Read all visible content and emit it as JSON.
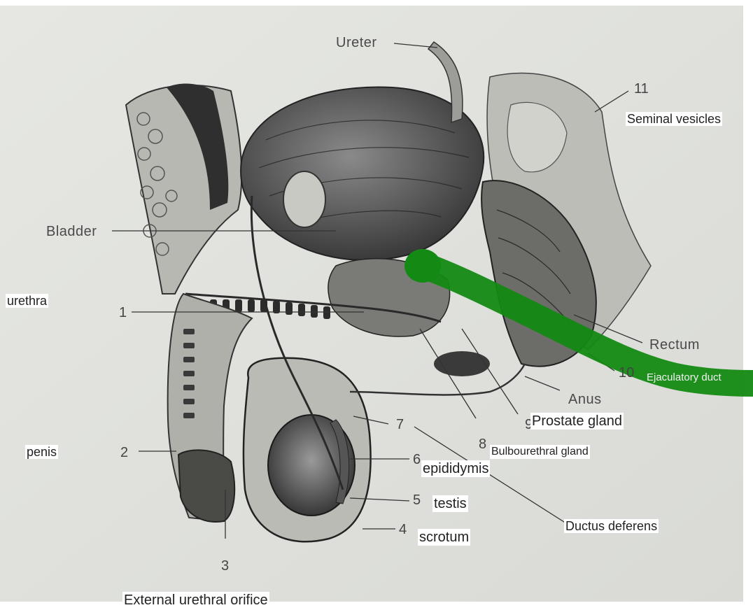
{
  "printed_labels": {
    "ureter": "Ureter",
    "bladder": "Bladder",
    "rectum": "Rectum",
    "anus": "Anus"
  },
  "numbers": {
    "n1": "1",
    "n2": "2",
    "n3": "3",
    "n4": "4",
    "n5": "5",
    "n6": "6",
    "n7": "7",
    "n8": "8",
    "n9": "9",
    "n10": "10",
    "n11": "11"
  },
  "added_labels": {
    "seminal_vesicles": "Seminal vesicles",
    "urethra": "urethra",
    "ejaculatory_duct": "Ejaculatory duct",
    "prostate_gland": "Prostate gland",
    "bulbourethral_gland": "Bulbourethral gland",
    "penis": "penis",
    "epididymis": "epididymis",
    "testis": "testis",
    "ductus_deferens": "Ductus deferens",
    "scrotum": "scrotum",
    "external_urethral_orifice": "External urethral orifice"
  },
  "colors": {
    "highlight": "#138a13",
    "paper": "#e9eae6"
  }
}
